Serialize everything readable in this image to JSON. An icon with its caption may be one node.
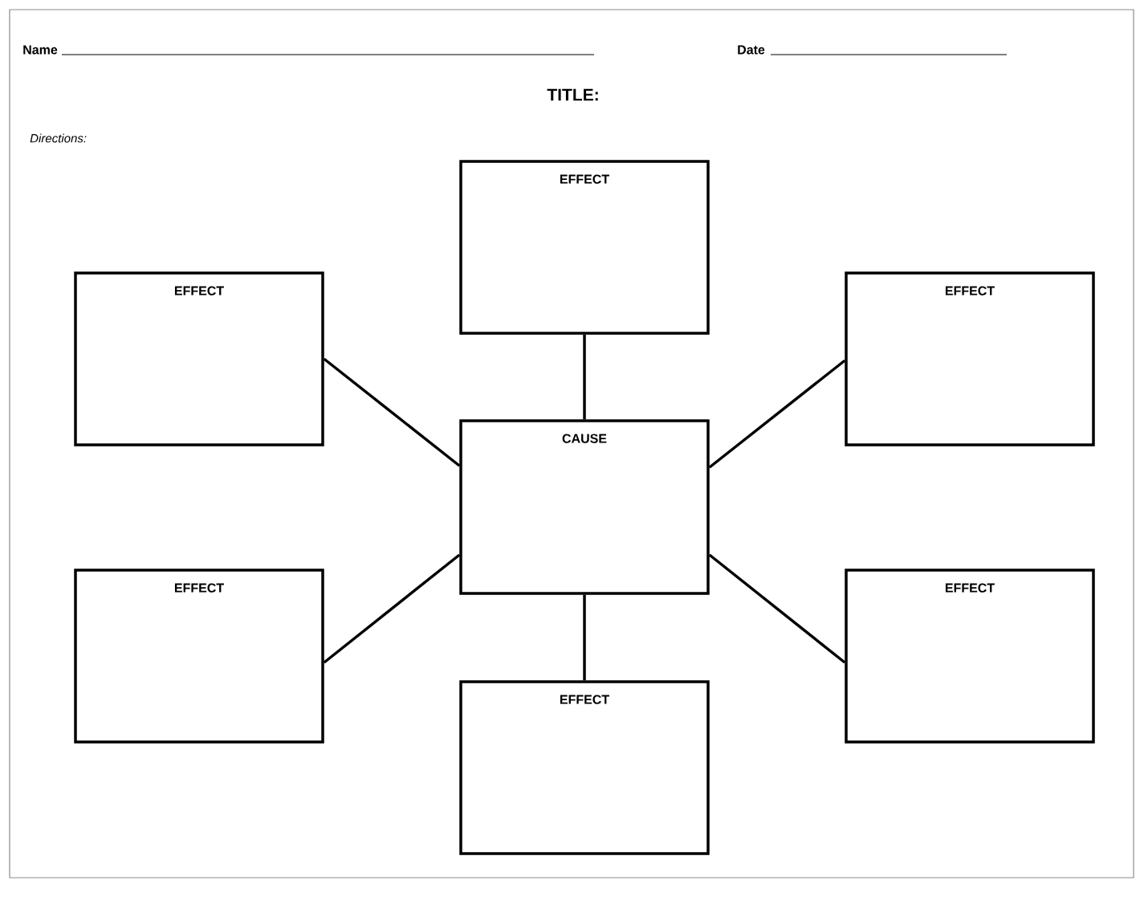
{
  "diagram": {
    "title": "TITLE:",
    "nodes": [
      {
        "text": [
          "EFFECT"
        ]
      },
      {
        "text": [
          "EFFECT"
        ]
      },
      {
        "text": [
          "EFFECT"
        ]
      },
      {
        "text": [
          "CAUSE"
        ]
      },
      {
        "text": [
          "EFFECT"
        ]
      },
      {
        "text": [
          "EFFECT"
        ]
      },
      {
        "text": [
          "EFFECT"
        ]
      }
    ],
    "edges": [
      {
        "from": 3,
        "to": 0,
        "arrow": "none"
      },
      {
        "from": 3,
        "to": 1,
        "arrow": "none"
      },
      {
        "from": 3,
        "to": 2,
        "arrow": "none"
      },
      {
        "from": 3,
        "to": 4,
        "arrow": "none"
      },
      {
        "from": 3,
        "to": 5,
        "arrow": "none"
      },
      {
        "from": 3,
        "to": 6,
        "arrow": "none"
      }
    ],
    "labels": [
      "Name",
      "Date",
      "Directions:"
    ]
  }
}
